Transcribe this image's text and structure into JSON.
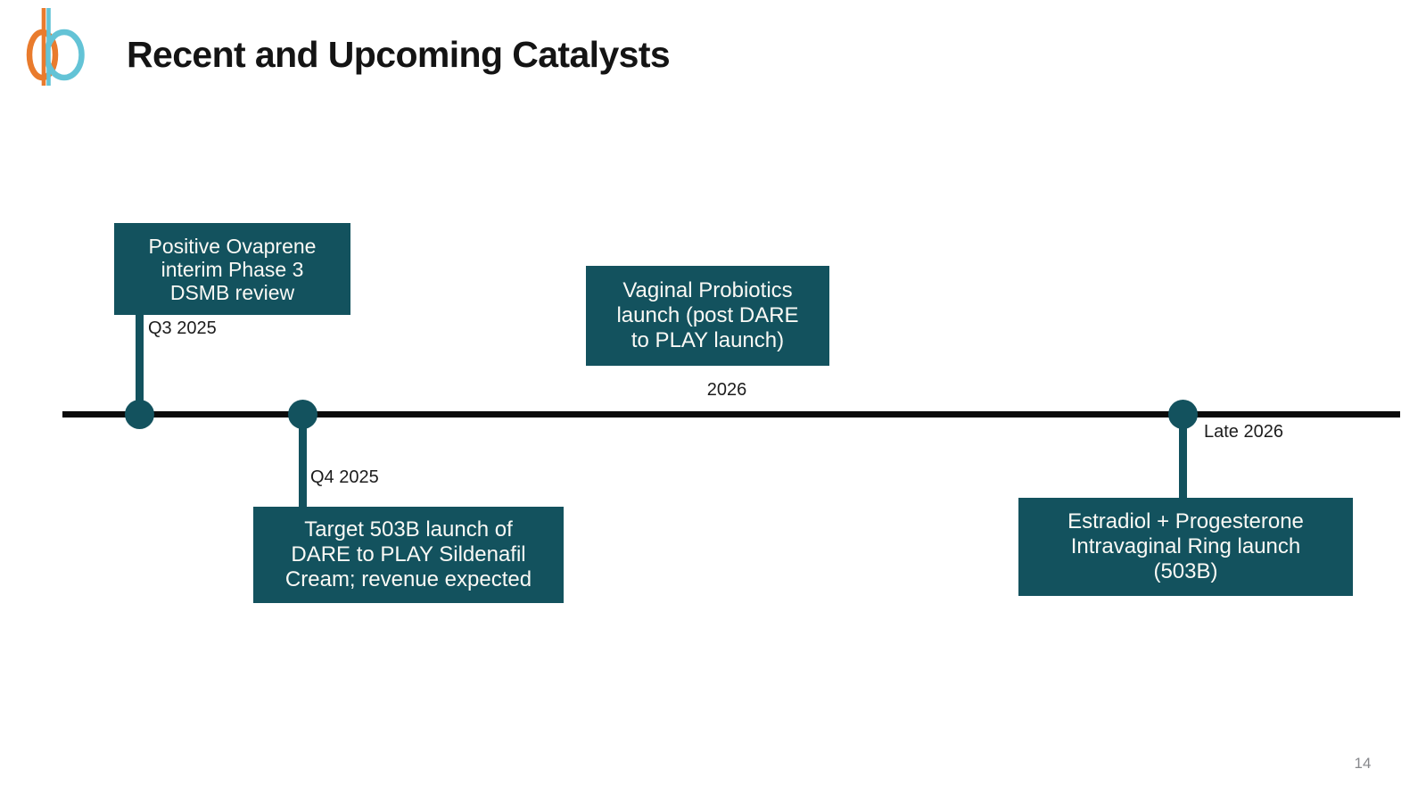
{
  "slide": {
    "title": "Recent and Upcoming Catalysts",
    "page_number": "14"
  },
  "logo": {
    "name": "dare-bioscience-logo",
    "orange": "#e97b2d",
    "blue": "#63c3d6"
  },
  "colors": {
    "card_teal": "#13525e",
    "timeline_black": "#0b0b0b",
    "card_text": "#faf9f5",
    "label_dark": "#1c1c1c",
    "page_number_gray": "#87888c",
    "background": "#ffffff"
  },
  "timeline": {
    "events": [
      {
        "label": "Positive Ovaprene\ninterim Phase 3\nDSMB review",
        "date": "Q3 2025",
        "side": "above",
        "marker": true
      },
      {
        "label": "Target 503B launch of\nDARE to PLAY Sildenafil\nCream; revenue expected",
        "date": "Q4 2025",
        "side": "below",
        "marker": true
      },
      {
        "label": "Vaginal Probiotics\nlaunch (post DARE\nto PLAY launch)",
        "date": "2026",
        "side": "above",
        "marker": false
      },
      {
        "label": "Estradiol + Progesterone\nIntravaginal Ring launch\n(503B)",
        "date": "Late 2026",
        "side": "below",
        "marker": true
      }
    ]
  }
}
